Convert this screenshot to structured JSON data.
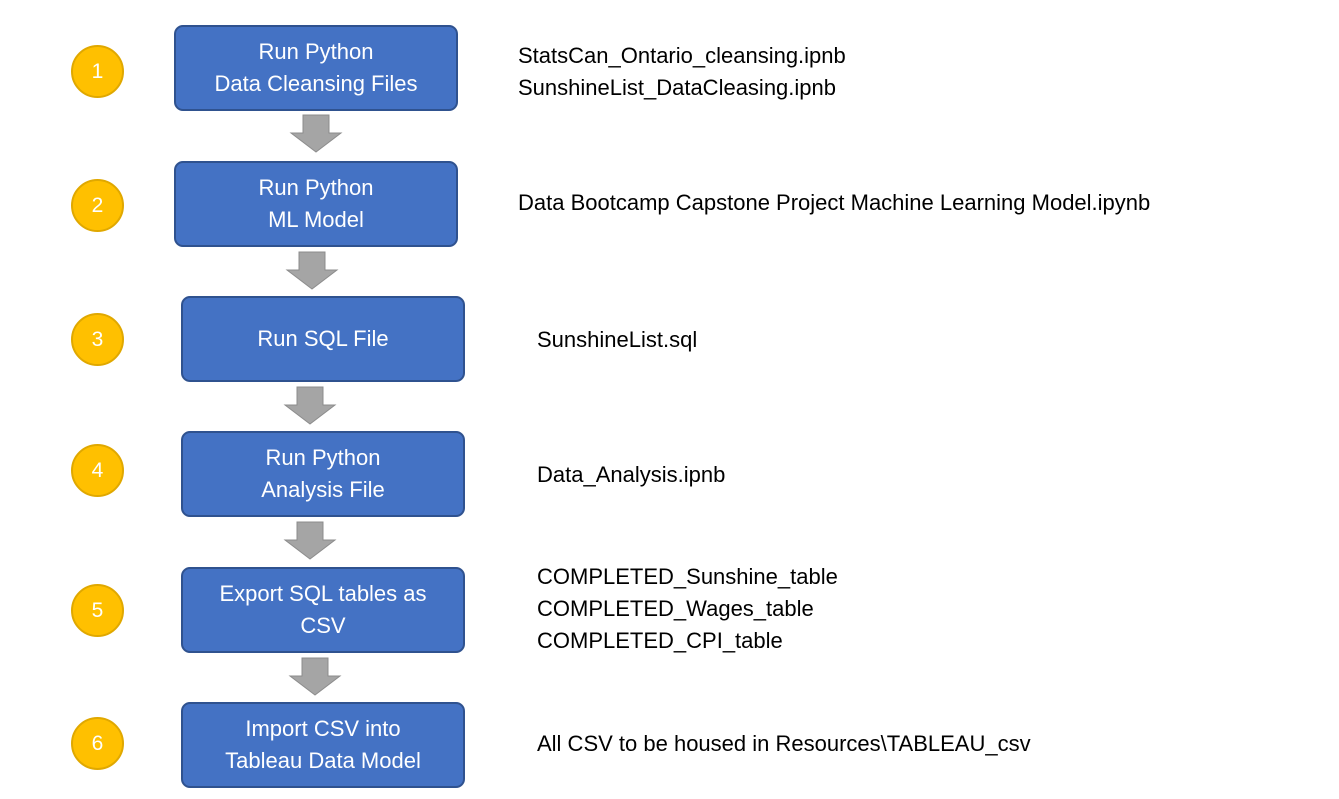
{
  "steps": [
    {
      "number": "1",
      "lines": [
        "Run Python",
        "Data Cleansing Files"
      ],
      "notes": [
        "StatsCan_Ontario_cleansing.ipnb",
        "SunshineList_DataCleasing.ipnb"
      ]
    },
    {
      "number": "2",
      "lines": [
        "Run Python",
        "ML Model"
      ],
      "notes": [
        "Data Bootcamp Capstone Project Machine Learning Model.ipynb"
      ]
    },
    {
      "number": "3",
      "lines": [
        "Run SQL File"
      ],
      "notes": [
        "SunshineList.sql"
      ]
    },
    {
      "number": "4",
      "lines": [
        "Run Python",
        "Analysis File"
      ],
      "notes": [
        "Data_Analysis.ipnb"
      ]
    },
    {
      "number": "5",
      "lines": [
        "Export SQL tables as",
        "CSV"
      ],
      "notes": [
        "COMPLETED_Sunshine_table",
        "COMPLETED_Wages_table",
        "COMPLETED_CPI_table"
      ]
    },
    {
      "number": "6",
      "lines": [
        "Import CSV into",
        "Tableau Data Model"
      ],
      "notes": [
        "All CSV to be housed in Resources\\TABLEAU_csv"
      ]
    }
  ],
  "colors": {
    "step_box": "#4472c4",
    "step_box_border": "#2f528f",
    "number_circle": "#ffc000",
    "arrow": "#a5a5a5"
  }
}
